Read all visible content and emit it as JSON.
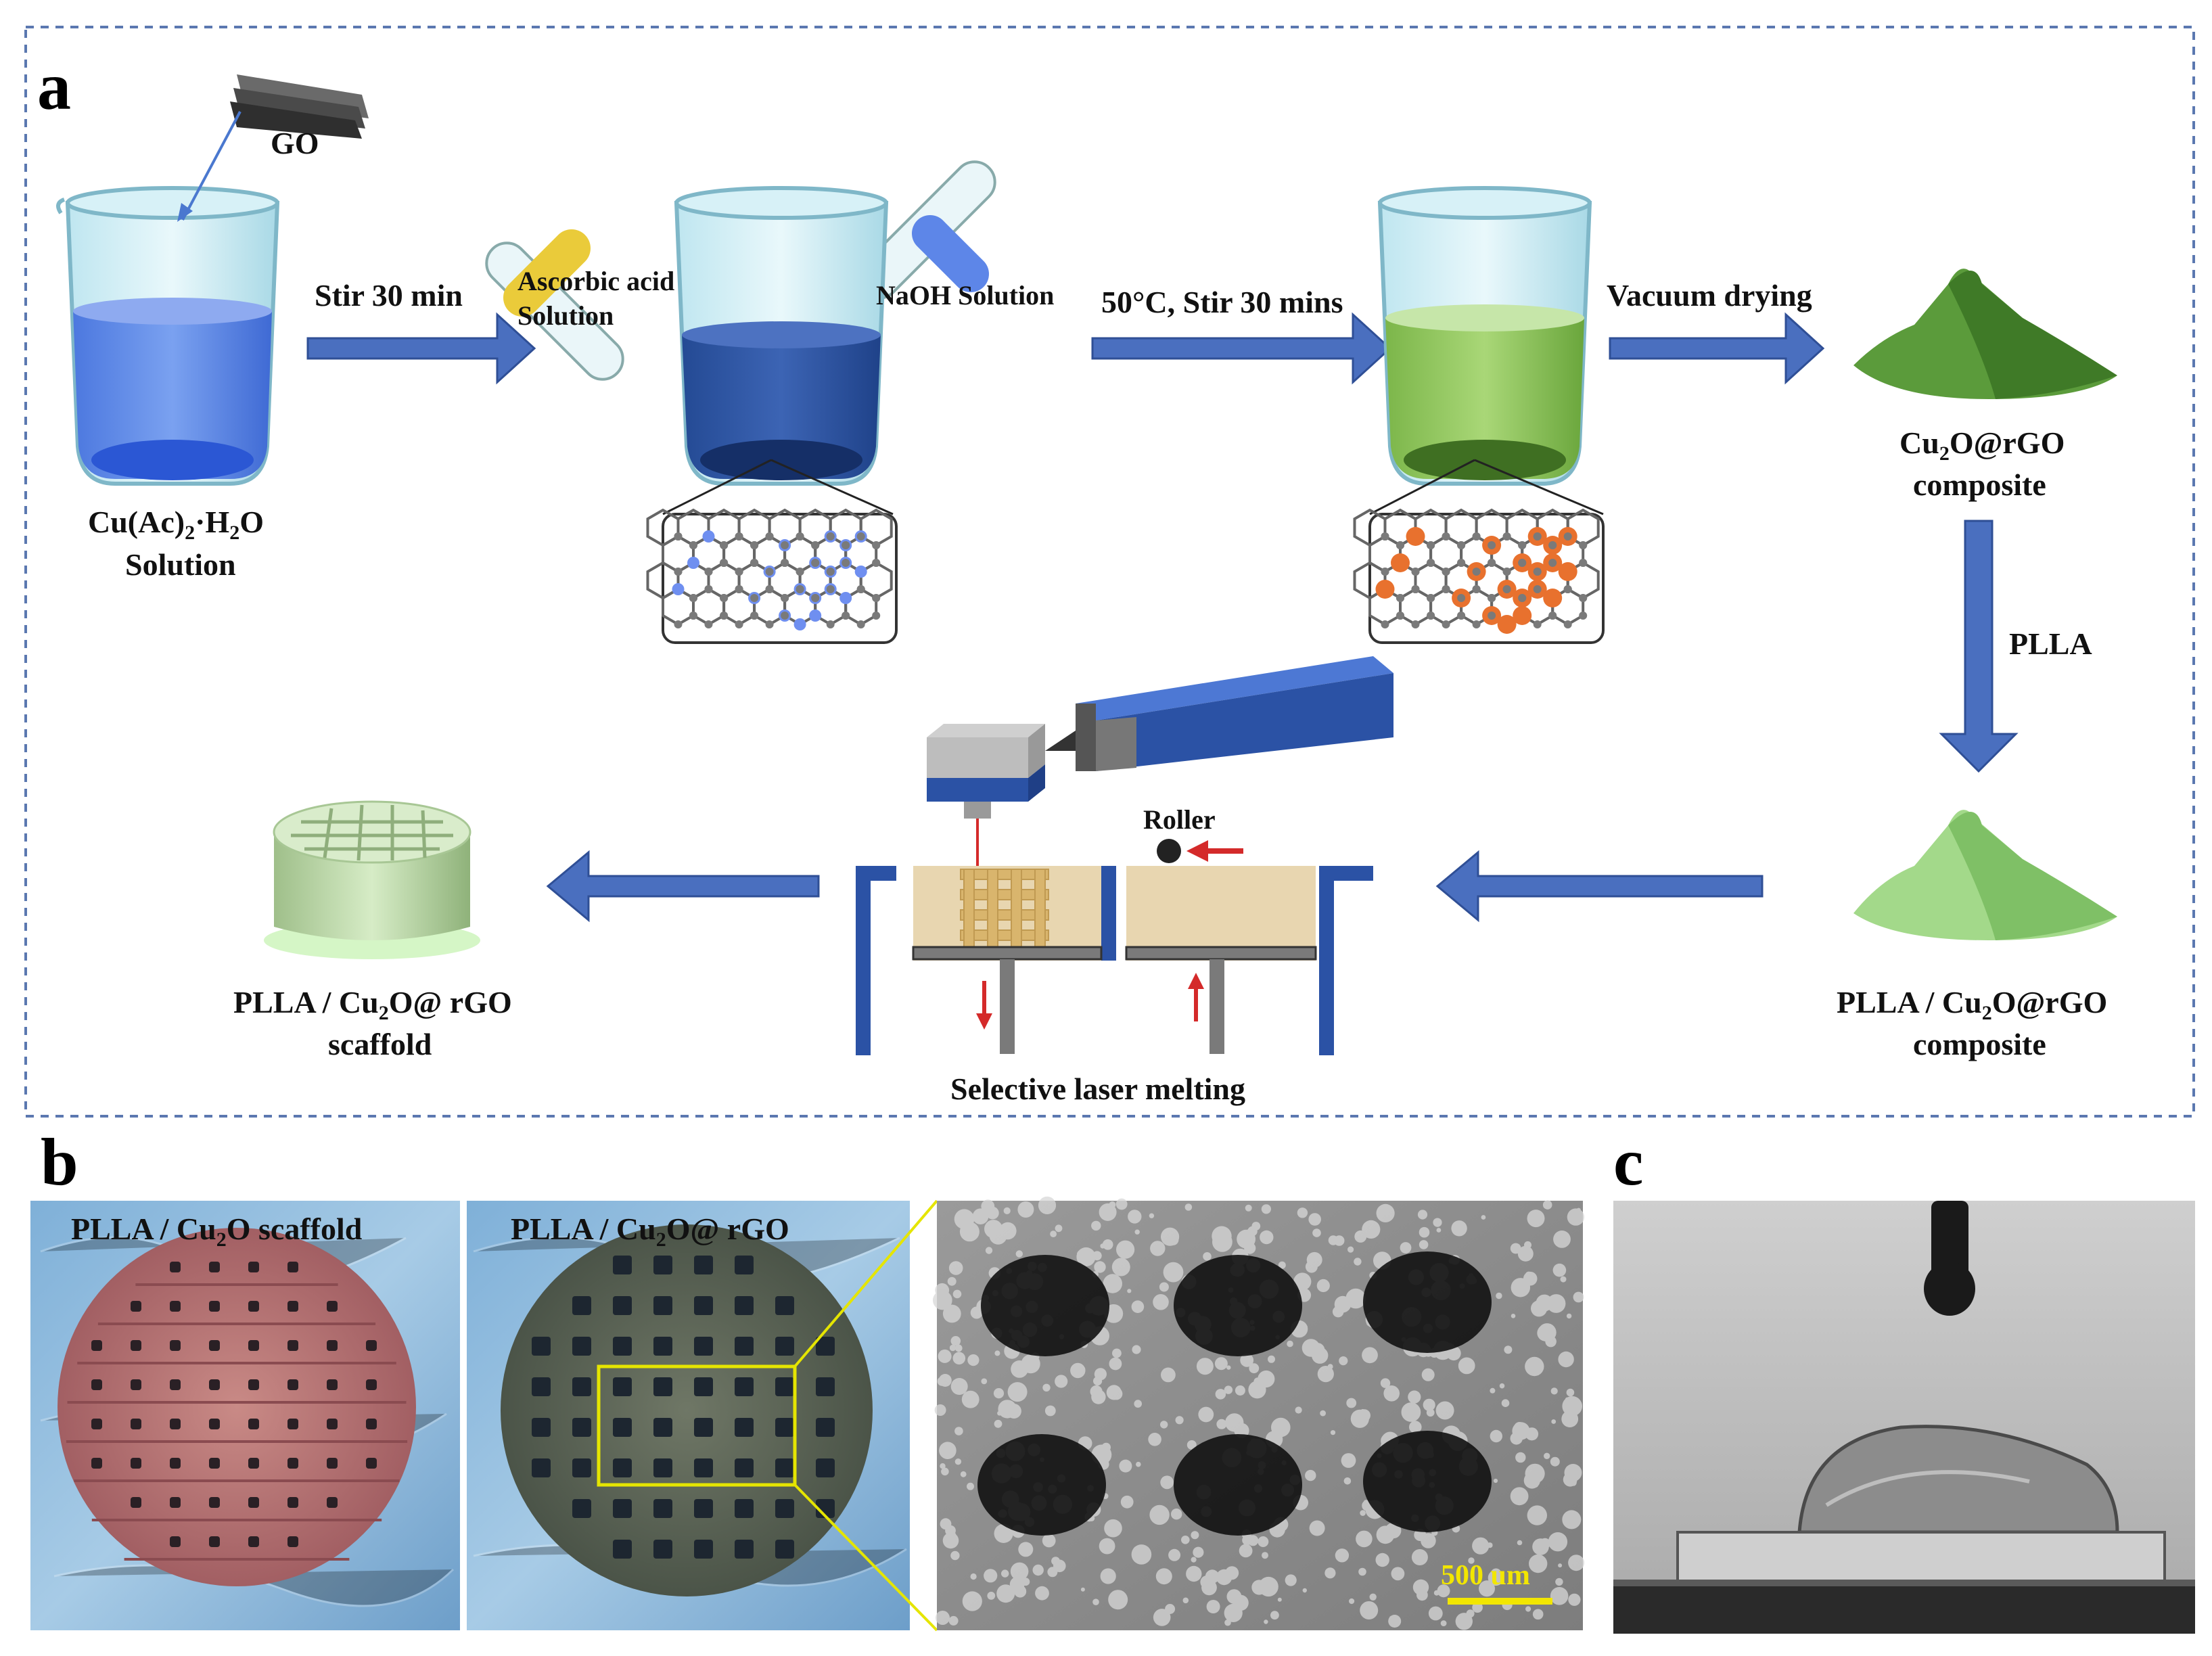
{
  "panel_a": {
    "letter": "a",
    "go_label": "GO",
    "step1": {
      "arrow_label": "Stir 30 min",
      "beaker_label_line1": "Cu(Ac)",
      "beaker_label_sub": "2",
      "beaker_label_rest": "·H",
      "beaker_label_sub2": "2",
      "beaker_label_end": "O",
      "beaker_label_line2": "Solution"
    },
    "step2": {
      "tube_left_line1": "Ascorbic acid",
      "tube_left_line2": "Solution",
      "tube_right": "NaOH Solution",
      "arrow_label": "50°C, Stir 30 mins"
    },
    "step3": {
      "arrow_label": "Vacuum drying"
    },
    "powder1": {
      "line1_pre": "Cu",
      "line1_sub": "2",
      "line1_post": "O@rGO",
      "line2": "composite"
    },
    "pla_arrow_label": "PLLA",
    "powder2": {
      "line1_pre": "PLLA / Cu",
      "line1_sub": "2",
      "line1_post": "O@rGO",
      "line2": "composite"
    },
    "slm_label": "Selective laser melting",
    "roller_label": "Roller",
    "scaffold": {
      "line1_pre": "PLLA / Cu",
      "line1_sub": "2",
      "line1_post": "O@ rGO",
      "line2": "scaffold"
    }
  },
  "panel_b": {
    "letter": "b",
    "photo1_title_pre": "PLLA / Cu",
    "photo1_title_sub": "2",
    "photo1_title_post": "O scaffold",
    "photo2_title_pre": "PLLA / Cu",
    "photo2_title_sub": "2",
    "photo2_title_post": "O@ rGO",
    "scale_bar": "500 um"
  },
  "panel_c": {
    "letter": "c"
  },
  "colors": {
    "arrow_blue": "#4a6fbf",
    "frame_dash": "#5b78b0",
    "beaker1_liquid": "#5b86e6",
    "beaker2_liquid": "#2f57a6",
    "beaker3_liquid": "#8cc45a",
    "powder_dark": "#5a9a3a",
    "powder_light": "#9ad47f",
    "slm_wall": "#2b52a5",
    "powder_bed": "#e8d6b0",
    "laser_red": "#d42a2a"
  }
}
